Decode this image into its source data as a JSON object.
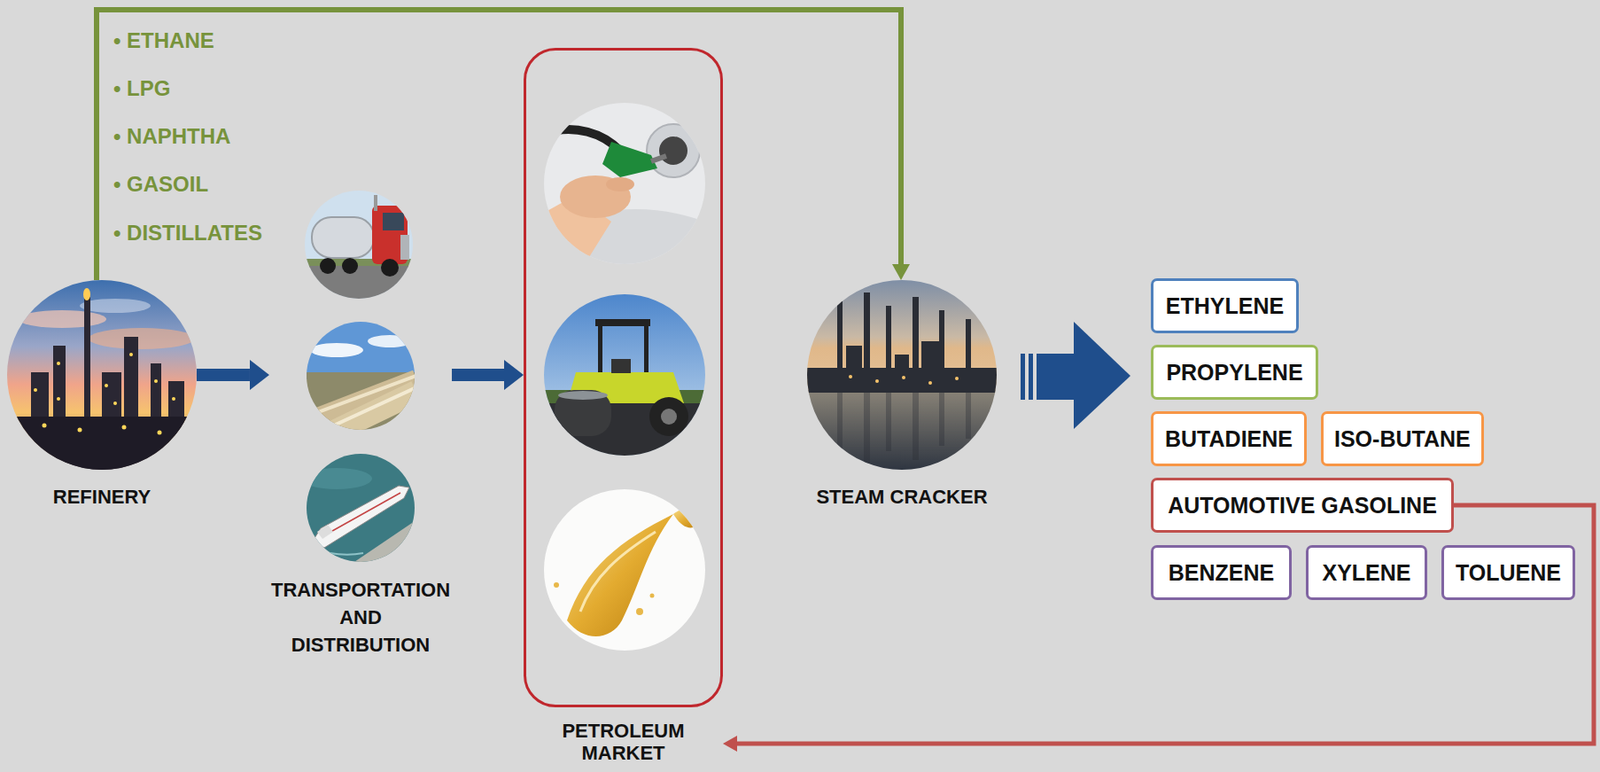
{
  "diagram": {
    "nodes": [
      {
        "text": [
          "REFINERY"
        ]
      },
      {
        "text": [
          "TRANSPORTATION AND DISTRIBUTION"
        ]
      },
      {
        "text": [
          "PETROLEUM MARKET"
        ]
      },
      {
        "text": [
          "STEAM CRACKER"
        ]
      },
      {
        "text": [
          "ETHYLENE"
        ]
      },
      {
        "text": [
          "PROPYLENE"
        ]
      },
      {
        "text": [
          "BUTADIENE"
        ]
      },
      {
        "text": [
          "ISO-BUTANE"
        ]
      },
      {
        "text": [
          "AUTOMOTIVE GASOLINE"
        ]
      },
      {
        "text": [
          "BENZENE"
        ]
      },
      {
        "text": [
          "XYLENE"
        ]
      },
      {
        "text": [
          "TOLUENE"
        ]
      }
    ],
    "edges": [
      {
        "from": 0,
        "to": 1,
        "arrow": "to"
      },
      {
        "from": 1,
        "to": 2,
        "arrow": "to"
      },
      {
        "from": 0,
        "to": 3,
        "arrow": "to"
      },
      {
        "from": 8,
        "to": 2,
        "arrow": "to"
      }
    ],
    "labels": [
      "• ETHANE",
      "• LPG",
      "• NAPHTHA",
      "• GASOIL",
      "• DISTILLATES"
    ]
  }
}
